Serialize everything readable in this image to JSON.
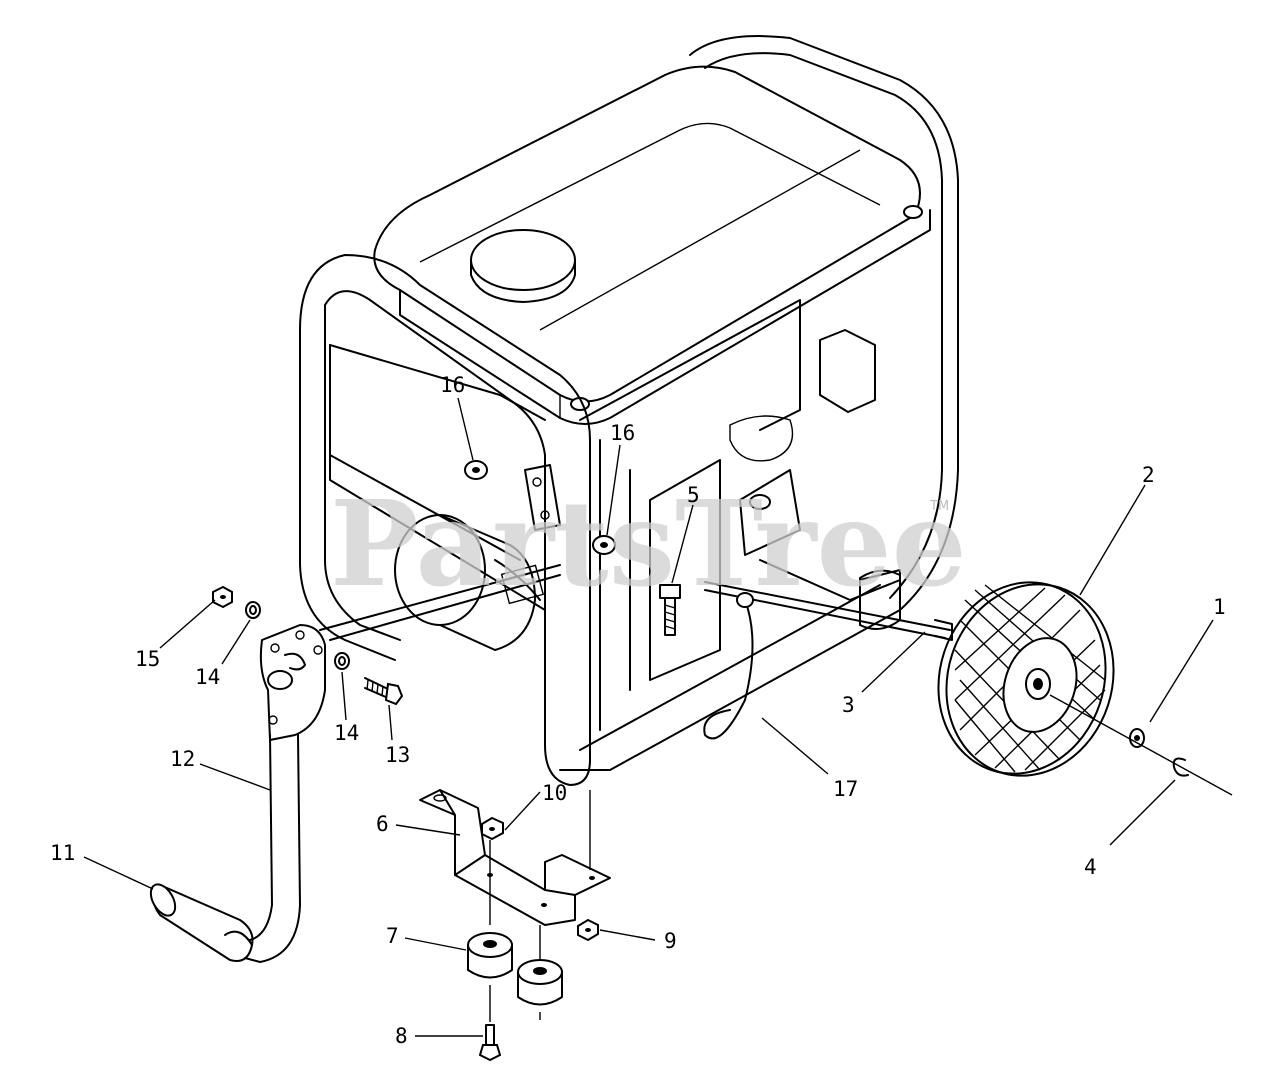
{
  "watermark": {
    "text": "PartsTree",
    "trademark": "TM"
  },
  "parts": [
    {
      "id": "p1",
      "number": "1"
    },
    {
      "id": "p2",
      "number": "2"
    },
    {
      "id": "p3",
      "number": "3"
    },
    {
      "id": "p4",
      "number": "4"
    },
    {
      "id": "p5",
      "number": "5"
    },
    {
      "id": "p6",
      "number": "6"
    },
    {
      "id": "p7",
      "number": "7"
    },
    {
      "id": "p8",
      "number": "8"
    },
    {
      "id": "p9",
      "number": "9"
    },
    {
      "id": "p10",
      "number": "10"
    },
    {
      "id": "p11",
      "number": "11"
    },
    {
      "id": "p12",
      "number": "12"
    },
    {
      "id": "p13",
      "number": "13"
    },
    {
      "id": "p14a",
      "number": "14"
    },
    {
      "id": "p14b",
      "number": "14"
    },
    {
      "id": "p15",
      "number": "15"
    },
    {
      "id": "p16a",
      "number": "16"
    },
    {
      "id": "p16b",
      "number": "16"
    },
    {
      "id": "p17",
      "number": "17"
    }
  ]
}
